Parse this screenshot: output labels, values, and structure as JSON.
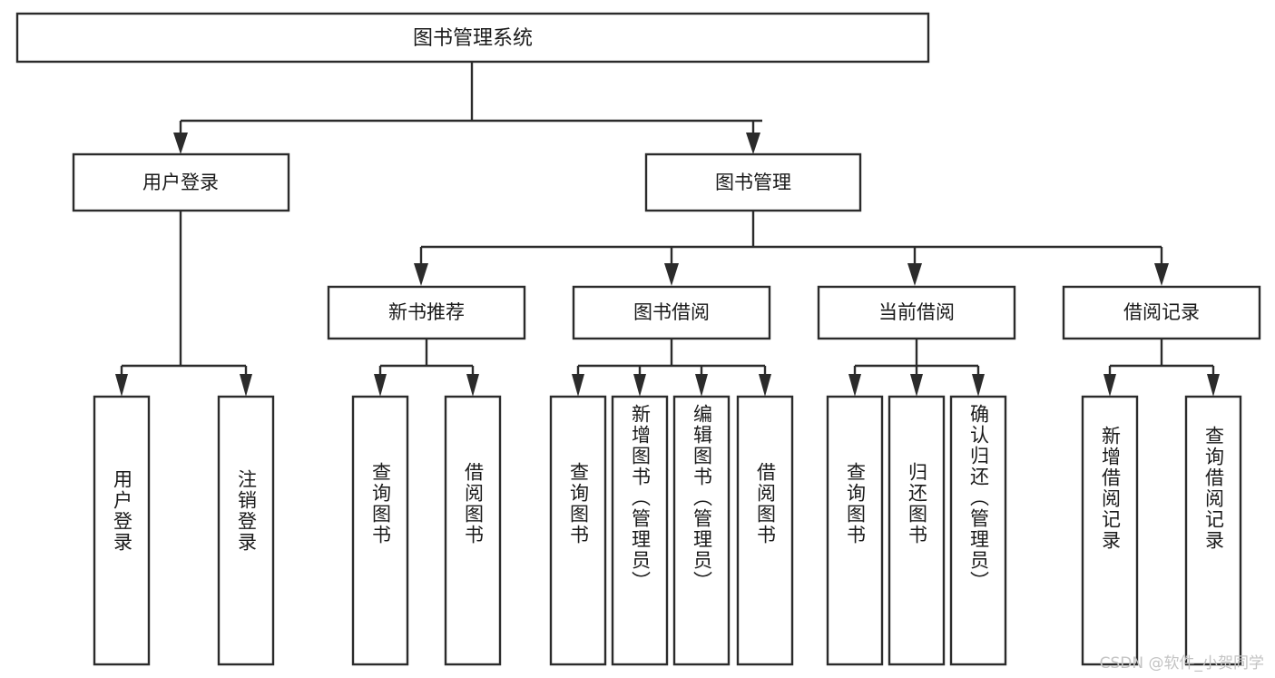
{
  "diagram": {
    "title": "图书管理系统",
    "type": "tree",
    "orientation": "top-down",
    "colors": {
      "box_stroke": "#2b2b2b",
      "box_fill": "#ffffff",
      "text": "#1a1a1a",
      "background": "#ffffff",
      "watermark": "#c3c3c3"
    },
    "root": {
      "label": "图书管理系统"
    },
    "level2": [
      {
        "label": "用户登录"
      },
      {
        "label": "图书管理"
      }
    ],
    "level3": [
      {
        "label": "新书推荐"
      },
      {
        "label": "图书借阅"
      },
      {
        "label": "当前借阅"
      },
      {
        "label": "借阅记录"
      }
    ],
    "leaves": {
      "user_login": [
        {
          "label": "用户登录"
        },
        {
          "label": "注销登录"
        }
      ],
      "new_book_recommend": [
        {
          "label": "查询图书"
        },
        {
          "label": "借阅图书"
        }
      ],
      "book_borrow": [
        {
          "label": "查询图书"
        },
        {
          "label": "新增图书（管理员）"
        },
        {
          "label": "编辑图书（管理员）"
        },
        {
          "label": "借阅图书"
        }
      ],
      "current_borrow": [
        {
          "label": "查询图书"
        },
        {
          "label": "归还图书"
        },
        {
          "label": "确认归还（管理员）"
        }
      ],
      "borrow_record": [
        {
          "label": "新增借阅记录"
        },
        {
          "label": "查询借阅记录"
        }
      ]
    }
  },
  "watermark": {
    "text": "CSDN @软件_小贺同学"
  }
}
